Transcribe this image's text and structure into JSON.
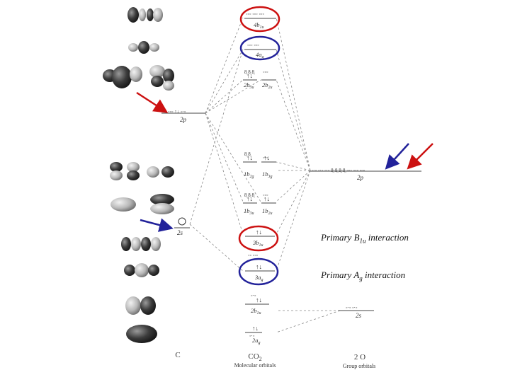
{
  "carbon_label": "C",
  "co2_label": "CO",
  "co2_sub": "2",
  "mo_caption": "Molecular orbitals",
  "o2_label": "2 O",
  "group_caption": "Group orbitals",
  "carbon_levels": {
    "2p": "2p",
    "2s": "2s"
  },
  "oxygen_levels": {
    "2p": "2p",
    "2s": "2s"
  },
  "mo_levels": {
    "4b1u": "4b",
    "4b1u_sub": "1u",
    "4ag": "4a",
    "4ag_sub": "g",
    "2b3u": "2b",
    "2b3u_sub": "3u",
    "2b2u": "2b",
    "2b2u_sub": "2u",
    "1b2g": "1b",
    "1b2g_sub": "2g",
    "1b3g": "1b",
    "1b3g_sub": "3g",
    "1b3u": "1b",
    "1b3u_sub": "3u",
    "1b2u": "1b",
    "1b2u_sub": "2u",
    "3b1u": "3b",
    "3b1u_sub": "1u",
    "3ag": "3a",
    "3ag_sub": "g",
    "2b1u": "2b",
    "2b1u_sub": "1u",
    "2ag": "2a",
    "2ag_sub": "g"
  },
  "annotations": {
    "b1u_text": "Primary B",
    "b1u_sub": "1u",
    "b1u_suffix": " interaction",
    "ag_text": "Primary A",
    "ag_sub": "g",
    "ag_suffix": " interaction"
  },
  "colors": {
    "red": "#cc1111",
    "blue": "#22229a"
  }
}
